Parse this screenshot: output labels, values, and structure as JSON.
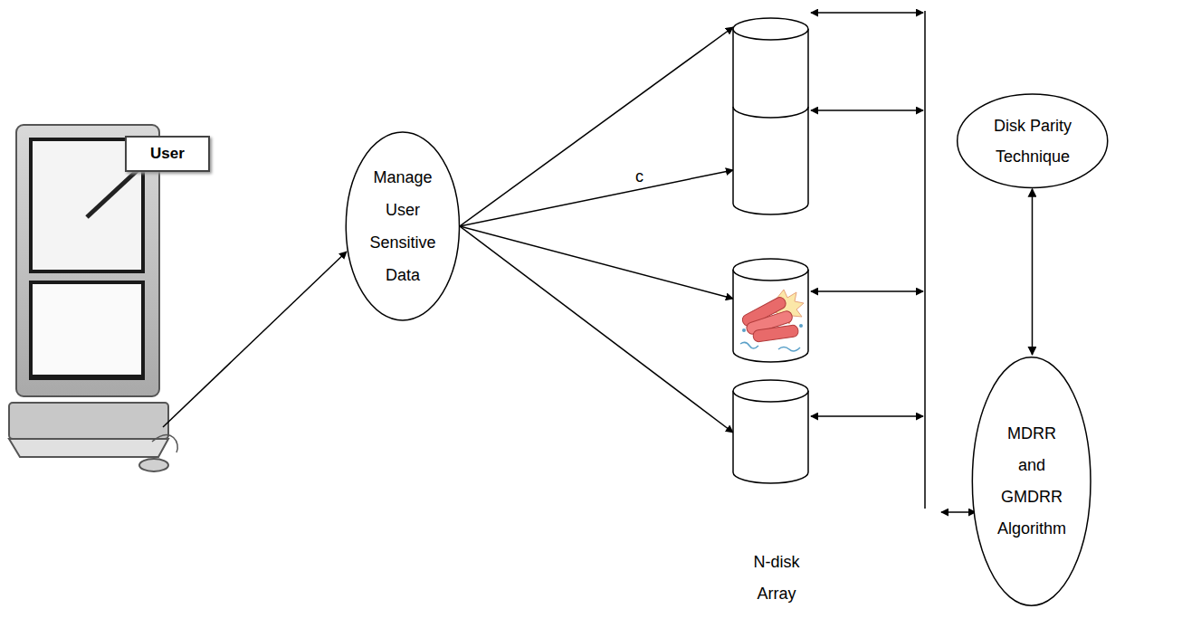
{
  "diagram": {
    "nodes": [
      {
        "text": [
          "User"
        ]
      },
      {
        "text": [
          "Manage User Sensitive Data"
        ]
      },
      {
        "text": [
          "Disk Parity Technique"
        ]
      },
      {
        "text": [
          "MDRR and GMDRR Algorithm"
        ]
      }
    ],
    "edges": [
      {
        "from": 2,
        "to": 3,
        "arrow": "both"
      }
    ],
    "labels": [
      "c",
      "N-disk Array"
    ]
  }
}
